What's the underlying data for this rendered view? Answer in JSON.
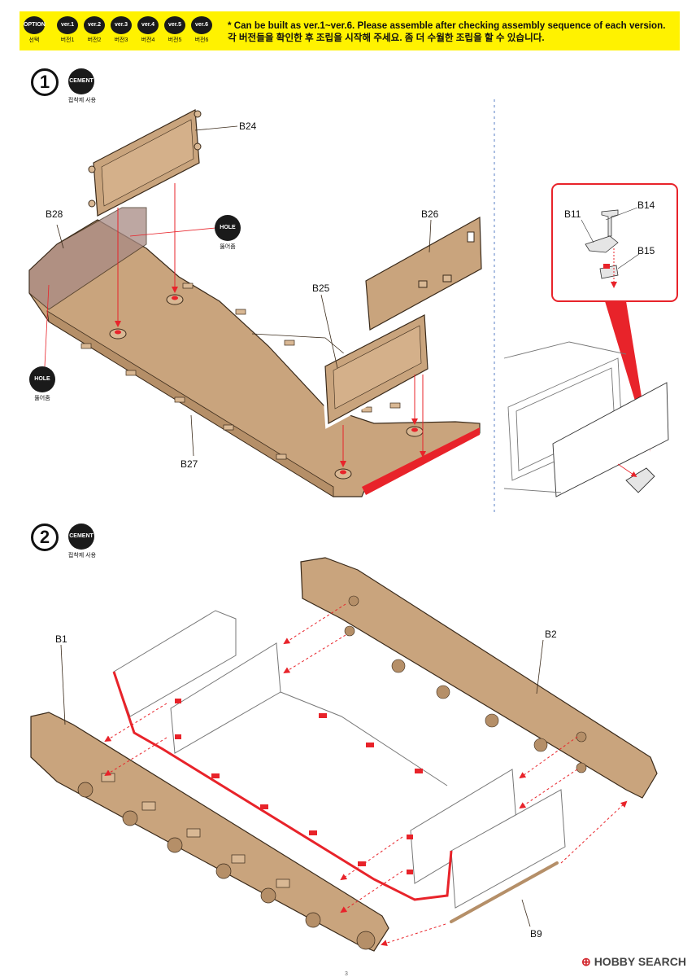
{
  "header": {
    "options": [
      {
        "pill": "OPTION",
        "caption": "선택"
      },
      {
        "pill": "ver.1",
        "caption": "버전1"
      },
      {
        "pill": "ver.2",
        "caption": "버전2"
      },
      {
        "pill": "ver.3",
        "caption": "버전3"
      },
      {
        "pill": "ver.4",
        "caption": "버전4"
      },
      {
        "pill": "ver.5",
        "caption": "버전5"
      },
      {
        "pill": "ver.6",
        "caption": "버전6"
      }
    ],
    "notice_en": "* Can be built as ver.1~ver.6. Please assemble after checking assembly sequence of each version.",
    "notice_ko": "각 버전들을 확인한 후 조립을 시작해 주세요. 좀 더 수월한 조립을 할 수 있습니다."
  },
  "step1": {
    "number": "1",
    "cement": {
      "label": "CEMENT",
      "caption": "접착제 사용"
    },
    "hole_badges": [
      {
        "label": "HOLE",
        "caption": "뚫어줌"
      },
      {
        "label": "HOLE",
        "caption": "뚫어줌"
      }
    ],
    "parts": {
      "b24": "B24",
      "b28": "B28",
      "b26": "B26",
      "b25": "B25",
      "b27": "B27"
    },
    "detail_parts": {
      "b11": "B11",
      "b14": "B14",
      "b15": "B15"
    }
  },
  "step2": {
    "number": "2",
    "cement": {
      "label": "CEMENT",
      "caption": "접착제 사용"
    },
    "parts": {
      "b1": "B1",
      "b2": "B2",
      "b9": "B9"
    }
  },
  "footer": {
    "watermark": "HOBBY SEARCH",
    "watermark_logo": "⊕",
    "page_number": "3"
  },
  "colors": {
    "banner": "#fff200",
    "part_tan": "#c9a47d",
    "accent_red": "#e8232a",
    "ink": "#1a1a1a"
  }
}
